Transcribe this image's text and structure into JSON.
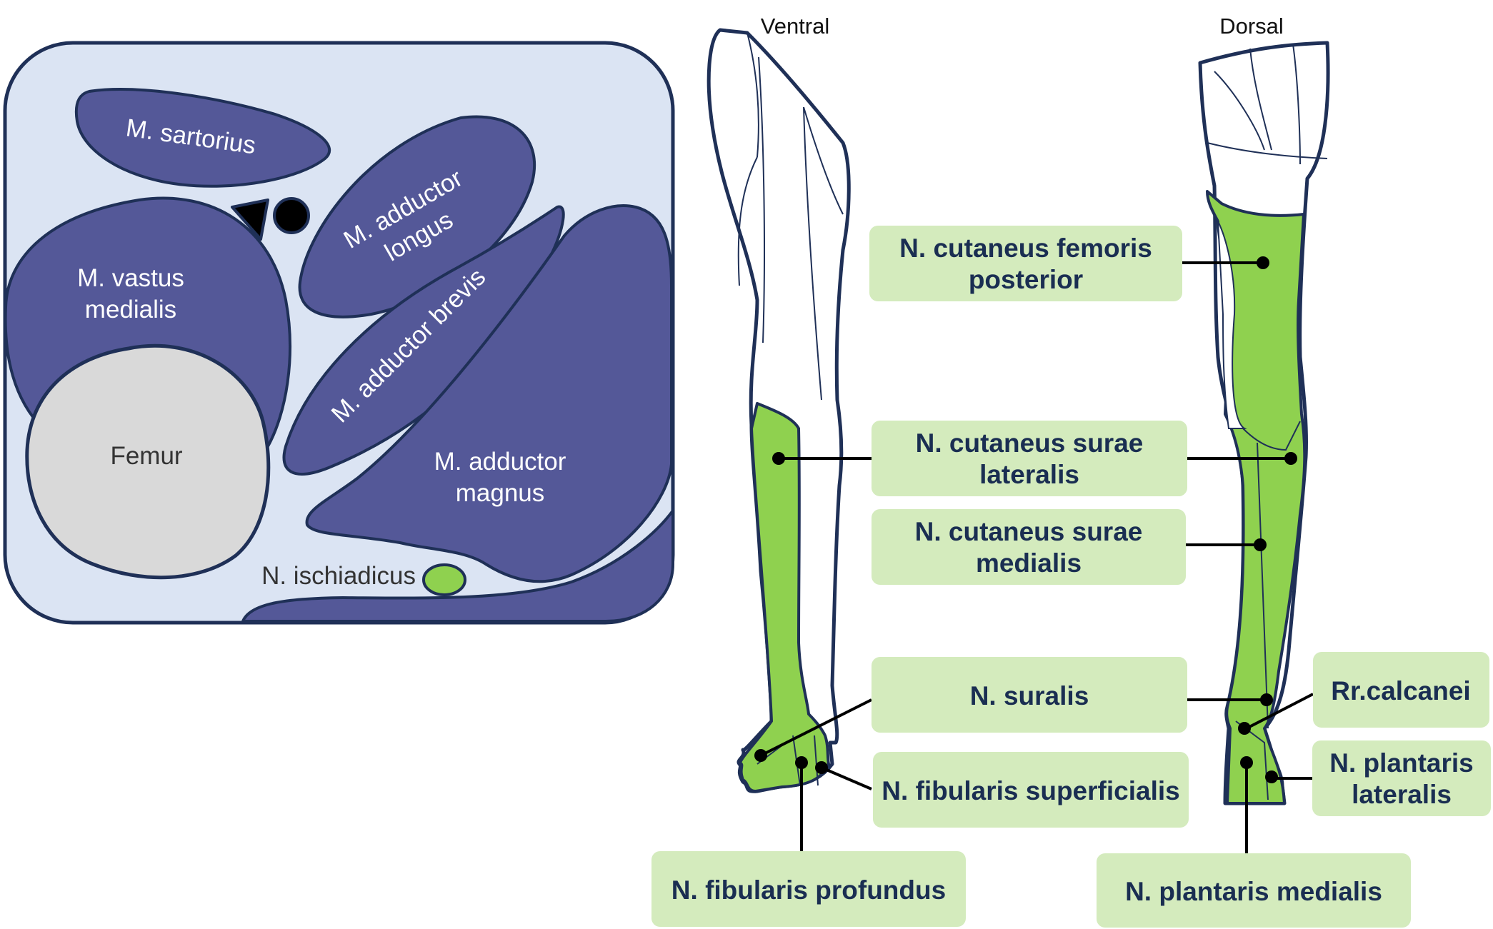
{
  "colors": {
    "background_panel": "#dbe4f3",
    "muscle": "#545898",
    "outline": "#1f3057",
    "bone": "#d9d9d9",
    "nerve": "#8fd14f",
    "label_box": "#d4ebbd",
    "label_text": "#1a2e52"
  },
  "cross_section": {
    "muscles": {
      "sartorius": "M. sartorius",
      "adductor_longus": [
        "M. adductor",
        "longus"
      ],
      "vastus_medialis": [
        "M. vastus",
        "medialis"
      ],
      "adductor_brevis": "M. adductor brevis",
      "adductor_magnus": [
        "M. adductor",
        "magnus"
      ]
    },
    "bone": "Femur",
    "nerve": "N. ischiadicus"
  },
  "views": {
    "ventral": "Ventral",
    "dorsal": "Dorsal"
  },
  "labels": {
    "cutaneus_femoris_posterior": [
      "N. cutaneus femoris",
      "posterior"
    ],
    "cutaneus_surae_lateralis": [
      "N. cutaneus surae",
      "lateralis"
    ],
    "cutaneus_surae_medialis": [
      "N. cutaneus surae",
      "medialis"
    ],
    "suralis": "N. suralis",
    "fibularis_superficialis": "N. fibularis superficialis",
    "fibularis_profundus": "N. fibularis profundus",
    "rr_calcanei": "Rr.calcanei",
    "plantaris_lateralis": [
      "N. plantaris",
      "lateralis"
    ],
    "plantaris_medialis": "N. plantaris medialis"
  }
}
